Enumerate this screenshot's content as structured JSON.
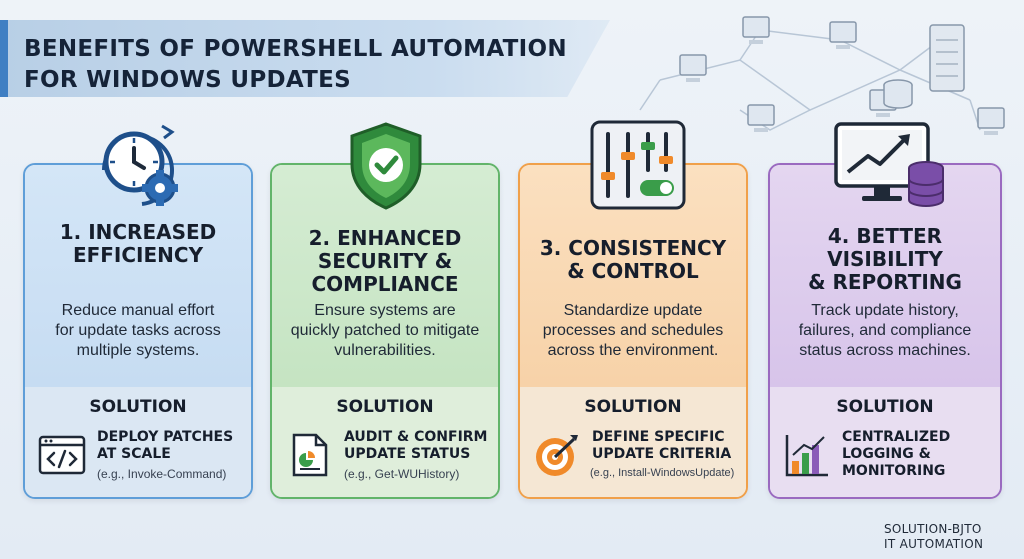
{
  "title": {
    "line1": "BENEFITS OF POWERSHELL AUTOMATION",
    "line2": "FOR WINDOWS UPDATES"
  },
  "cards": [
    {
      "heading": [
        "1. INCREASED",
        "EFFICIENCY"
      ],
      "description": [
        "Reduce manual effort",
        "for update tasks across",
        "multiple systems."
      ],
      "solution_label": "SOLUTION",
      "solution_title": [
        "DEPLOY PATCHES",
        "AT SCALE"
      ],
      "solution_example": "(e.g., Invoke-Command)",
      "icon": "clock-gear-icon",
      "solution_icon": "code-window-icon"
    },
    {
      "heading": [
        "2. ENHANCED",
        "SECURITY &",
        "COMPLIANCE"
      ],
      "description": [
        "Ensure systems are",
        "quickly patched to mitigate",
        "vulnerabilities."
      ],
      "solution_label": "SOLUTION",
      "solution_title": [
        "AUDIT & CONFIRM",
        "UPDATE STATUS"
      ],
      "solution_example": "(e.g., Get-WUHistory)",
      "icon": "shield-check-icon",
      "solution_icon": "report-document-icon"
    },
    {
      "heading": [
        "3. CONSISTENCY",
        "& CONTROL"
      ],
      "description": [
        "Standardize update",
        "processes and schedules",
        "across the environment."
      ],
      "solution_label": "SOLUTION",
      "solution_title": [
        "DEFINE SPECIFIC",
        "UPDATE CRITERIA"
      ],
      "solution_example": "(e.g., Install-WindowsUpdate)",
      "icon": "sliders-icon",
      "solution_icon": "target-icon"
    },
    {
      "heading": [
        "4. BETTER",
        "VISIBILITY",
        "& REPORTING"
      ],
      "description": [
        "Track update history,",
        "failures, and compliance",
        "status across machines."
      ],
      "solution_label": "SOLUTION",
      "solution_title": [
        "CENTRALIZED",
        "LOGGING &",
        "MONITORING"
      ],
      "solution_example": "",
      "icon": "monitor-chart-database-icon",
      "solution_icon": "bar-chart-icon"
    }
  ],
  "footer": {
    "line1": "SOLUTION-BJTO",
    "line2": "IT AUTOMATION"
  },
  "colors": {
    "blue": "#5f9ed8",
    "green": "#62b46a",
    "orange": "#f0a04a",
    "purple": "#9a6ac0",
    "title_accent": "#3f7fc3"
  }
}
